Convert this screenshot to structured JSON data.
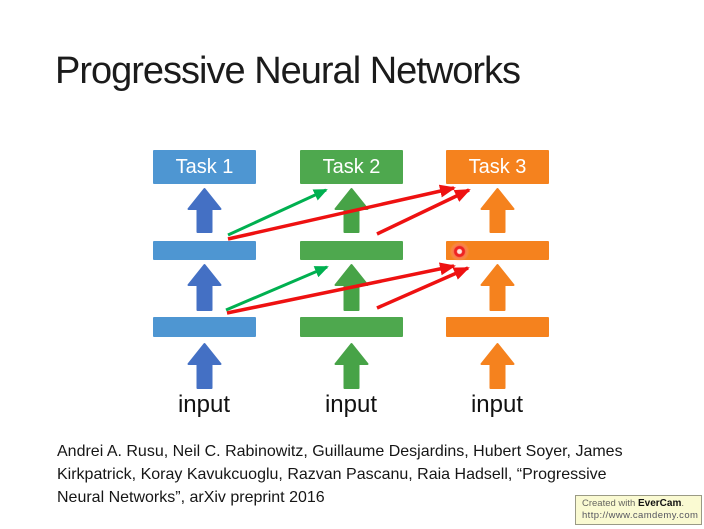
{
  "slide": {
    "title": "Progressive Neural Networks",
    "citation_lines": [
      "Andrei A. Rusu, Neil C. Rabinowitz, Guillaume Desjardins, Hubert Soyer, James",
      "Kirkpatrick, Koray Kavukcuoglu, Razvan Pascanu, Raia Hadsell, “Progressive",
      "Neural Networks”, arXiv preprint 2016"
    ]
  },
  "diagram": {
    "columns": [
      {
        "task_label": "Task 1",
        "input_label": "input",
        "theme": "blue"
      },
      {
        "task_label": "Task 2",
        "input_label": "input",
        "theme": "green"
      },
      {
        "task_label": "Task 3",
        "input_label": "input",
        "theme": "orange"
      }
    ]
  },
  "colors": {
    "blue_box": "#4E96D2",
    "blue_arrow": "#4470C4",
    "green_box": "#4EA84E",
    "green_arrow": "#47A347",
    "orange_box": "#F5821E",
    "orange_arrow": "#F5821E",
    "connector_green": "#00B050",
    "connector_red": "#EE1111",
    "laser_red": "#EE2222",
    "badge_bg": "#FAFAD2"
  },
  "watermark": {
    "prefix": "Created with ",
    "brand": "EverCam",
    "suffix": ".",
    "url": "http://www.camdemy.com"
  }
}
